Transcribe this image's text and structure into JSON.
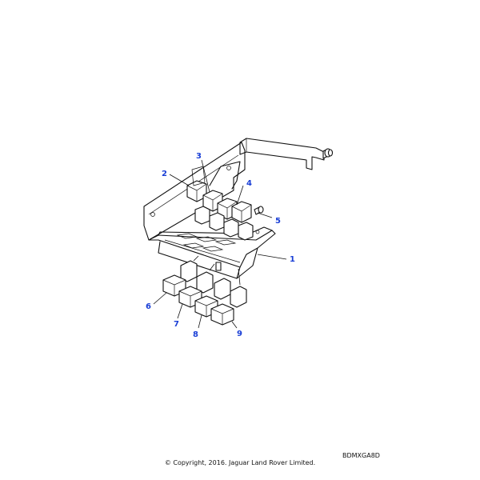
{
  "diagram": {
    "callouts": [
      "1",
      "2",
      "3",
      "4",
      "5",
      "6",
      "7",
      "8",
      "9"
    ],
    "drawing_code": "BDMXGA8D",
    "copyright": "© Copyright, 2016. Jaguar Land Rover Limited."
  }
}
